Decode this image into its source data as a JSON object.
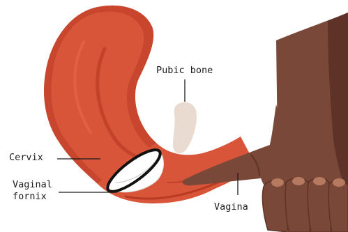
{
  "labels": {
    "pubic_bone": "Pubic bone",
    "cervix": "Cervix",
    "vaginal_fornix": "Vaginal\nfornix",
    "vagina": "Vagina"
  },
  "colors": {
    "uterus": "#d9553a",
    "uterus_shadow": "#b83a23",
    "uterus_inner": "#e2634a",
    "pubic_bone": "#eadbd0",
    "skin": "#7a4838",
    "skin_shadow": "#5e3227",
    "skin_dark": "#4a2a22",
    "nail": "#b57a60",
    "cup_fill": "#ffffff",
    "cup_rim": "#111111",
    "leader_line": "#1c1c1c"
  },
  "icons": {
    "menstrual_cup": "menstrual-cup-icon",
    "hand": "hand-icon"
  }
}
